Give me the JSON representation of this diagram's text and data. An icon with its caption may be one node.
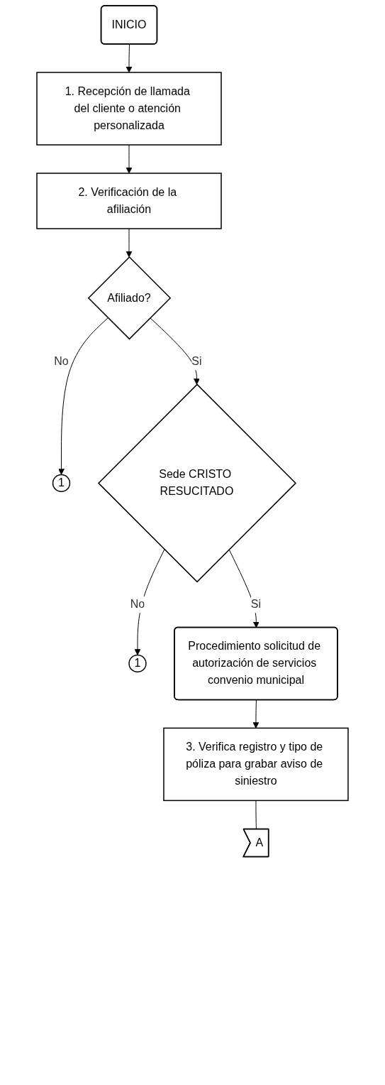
{
  "diagram": {
    "nodes": [
      {
        "text": [
          "INICIO"
        ]
      },
      {
        "text": [
          "1. Recepción de llamada del cliente o atención personalizada"
        ]
      },
      {
        "text": [
          "2. Verificación de la afiliación"
        ]
      },
      {
        "text": [
          "Afiliado?"
        ]
      },
      {
        "text": [
          "1"
        ]
      },
      {
        "text": [
          "Sede CRISTO RESUCITADO"
        ]
      },
      {
        "text": [
          "1"
        ]
      },
      {
        "text": [
          "Procedimiento solicitud de autorización de servicios convenio municipal"
        ]
      },
      {
        "text": [
          "3. Verifica registro y tipo de póliza para grabar aviso de siniestro"
        ]
      },
      {
        "text": [
          "A"
        ]
      }
    ],
    "edges": [
      {
        "from": 0,
        "to": 1,
        "arrow": "to"
      },
      {
        "from": 1,
        "to": 2,
        "arrow": "to"
      },
      {
        "from": 2,
        "to": 3,
        "arrow": "to"
      },
      {
        "from": 3,
        "to": 4,
        "label": "No",
        "arrow": "to"
      },
      {
        "from": 3,
        "to": 5,
        "label": "Si",
        "arrow": "to"
      },
      {
        "from": 5,
        "to": 6,
        "label": "No",
        "arrow": "to"
      },
      {
        "from": 5,
        "to": 7,
        "label": "Si",
        "arrow": "to"
      },
      {
        "from": 7,
        "to": 8,
        "arrow": "to"
      },
      {
        "from": 8,
        "to": 9,
        "arrow": "none"
      }
    ]
  }
}
